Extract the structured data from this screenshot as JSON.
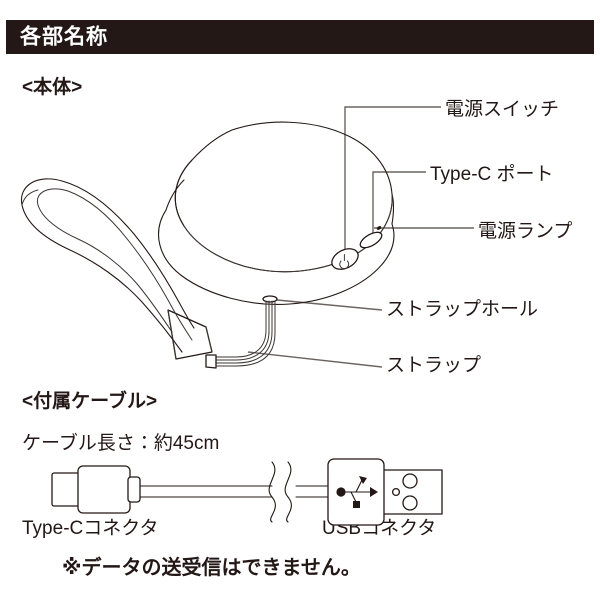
{
  "header": {
    "title": "各部名称"
  },
  "sections": {
    "body": {
      "heading": "<本体>",
      "callouts": [
        {
          "id": "power-switch",
          "label": "電源スイッチ"
        },
        {
          "id": "typec-port",
          "label": "Type-C ポート"
        },
        {
          "id": "power-lamp",
          "label": "電源ランプ"
        },
        {
          "id": "strap-hole",
          "label": "ストラップホール"
        },
        {
          "id": "strap",
          "label": "ストラップ"
        }
      ]
    },
    "cable": {
      "heading": "<付属ケーブル>",
      "length_text": "ケーブル長さ：約45cm",
      "connector_left": "Type-Cコネクタ",
      "connector_right": "USBコネクタ",
      "note": "※データの送受信はできません。"
    }
  },
  "icons": {
    "power_symbol": "power-icon",
    "usb_symbol": "usb-trident-icon"
  },
  "colors": {
    "title_bar_background": "#231815",
    "title_bar_text": "#ffffff",
    "body_text": "#231815",
    "line_art": "#231815",
    "leader_line": "#6b6462",
    "page_background": "#ffffff"
  }
}
